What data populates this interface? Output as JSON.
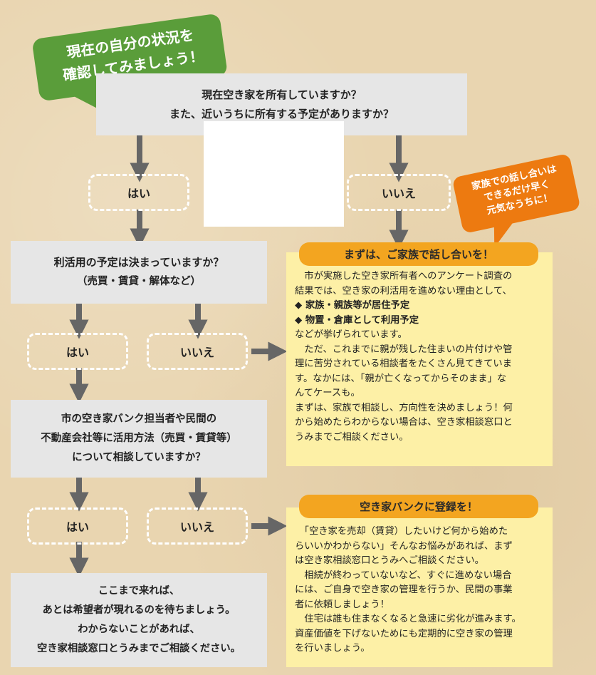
{
  "callouts": {
    "green": {
      "lines": [
        "現在の自分の状況を",
        "確認してみましょう！"
      ]
    },
    "orange": {
      "lines": [
        "家族での話し合いは",
        "できるだけ早く",
        "元気なうちに！"
      ]
    }
  },
  "questions": {
    "q1": {
      "lines": [
        "現在空き家を所有していますか？",
        "また、近いうちに所有する予定がありますか？"
      ]
    },
    "q2": {
      "lines": [
        "利活用の予定は決まっていますか？",
        "（売買・賃貸・解体など）"
      ]
    },
    "q3": {
      "lines": [
        "市の空き家バンク担当者や民間の",
        "不動産会社等に活用方法（売買・賃貸等）",
        "について相談していますか？"
      ]
    },
    "q4": {
      "lines": [
        "ここまで来れば、",
        "あとは希望者が現れるのを待ちましょう。",
        "わからないことがあれば、",
        "空き家相談窓口とうみまでご相談ください。"
      ]
    }
  },
  "answers": {
    "yes": "はい",
    "no": "いいえ"
  },
  "panels": {
    "family": {
      "title": "まずは、ご家族で話し合いを！",
      "lines": [
        "　市が実施した空き家所有者へのアンケート調査の",
        "結果では、空き家の利活用を進めない理由として、",
        "◆ 家族・親族等が居住予定",
        "◆ 物置・倉庫として利用予定",
        "などが挙げられています。",
        "　ただ、これまでに親が残した住まいの片付けや管",
        "理に苦労されている相談者をたくさん見てきていま",
        "す。なかには、「親が亡くなってからそのまま」な",
        "んてケースも。",
        "まずは、家族で相談し、方向性を決めましょう！何",
        "から始めたらわからない場合は、空き家相談窓口と",
        "うみまでご相談ください。"
      ]
    },
    "bank": {
      "title": "空き家バンクに登録を！",
      "lines": [
        "　「空き家を売却（賃貸）したいけど何から始めた",
        "らいいかわからない」そんなお悩みがあれば、まず",
        "は空き家相談窓口とうみへご相談ください。",
        "　相続が終わっていないなど、すぐに進めない場合",
        "には、ご自身で空き家の管理を行うか、民間の事業",
        "者に依頼しましょう！",
        "　住宅は誰も住まなくなると急速に劣化が進みます。",
        "資産価値を下げないためにも定期的に空き家の管理",
        "を行いましょう。"
      ]
    }
  },
  "colors": {
    "green": "#5a9d3a",
    "orange": "#ed7a10",
    "box": "#e6e6e6",
    "panel": "#fdf0a6",
    "pill": "#f3a520",
    "arrow": "#666666"
  }
}
